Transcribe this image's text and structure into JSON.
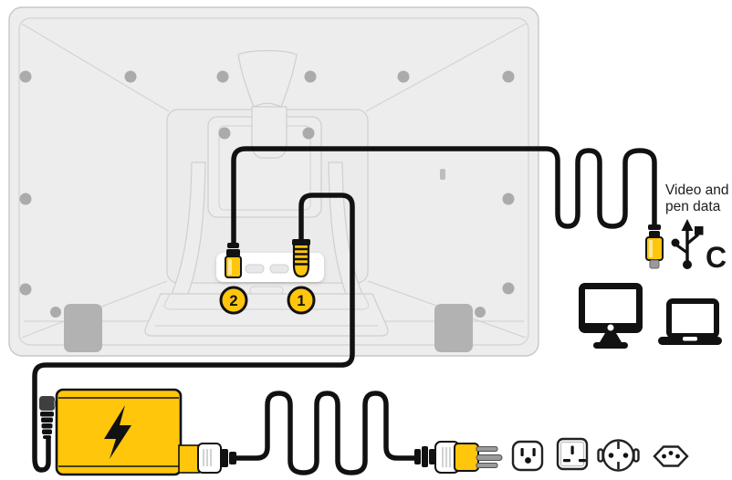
{
  "meta": {
    "type": "hardware-setup-diagram",
    "subject": "pen display rear cable connections"
  },
  "badges": {
    "step1": "1",
    "step2": "2"
  },
  "video_cable": {
    "label_line1": "Video and",
    "label_line2": "pen data",
    "usb_type_letter": "C"
  },
  "icons": {
    "usb": "usb-trident-icon",
    "desktop": "desktop-monitor-icon",
    "laptop": "laptop-icon",
    "lightning": "lightning-bolt-icon",
    "usb_c_connector": "usb-c-connector-icon",
    "barrel_connector": "barrel-connector-icon",
    "ac_plug": "us-power-plug-icon",
    "outlets": [
      "us-outlet-icon",
      "uk-outlet-icon",
      "schuko-outlet-icon",
      "swiss-outlet-icon"
    ]
  },
  "colors": {
    "accent_yellow": "#FFC60B",
    "cable_black": "#111111",
    "outline_gray": "#C7C7C7",
    "panel_fill": "#EDEDED",
    "screw_gray": "#ABABAB",
    "tip_gray": "#9A9A9A",
    "icon_black": "#111111"
  }
}
